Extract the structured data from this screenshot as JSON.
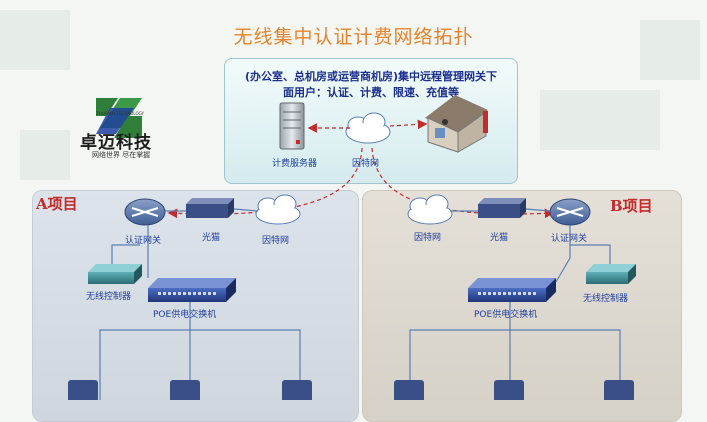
{
  "title": "无线集中认证计费网络拓扑",
  "center": {
    "text_line1": "(办公室、总机房或运营商机房)集中远程管理网关下",
    "text_line2": "面用户：认证、计费、限速、充值等",
    "billing_server": "计费服务器",
    "internet": "因特网"
  },
  "logo": {
    "name": "卓迈科技",
    "english": "ZHUOMAI TECHNOLOGY",
    "slogan": "网络世界 尽在掌握"
  },
  "project_a": {
    "label": "A项目",
    "gateway": "认证网关",
    "modem": "光猫",
    "internet": "因特网",
    "controller": "无线控制器",
    "poe_switch": "POE供电交换机"
  },
  "project_b": {
    "label": "B项目",
    "gateway": "认证网关",
    "modem": "光猫",
    "internet": "因特网",
    "controller": "无线控制器",
    "poe_switch": "POE供电交换机"
  },
  "colors": {
    "title": "#e6832a",
    "label_blue": "#1e3f9e",
    "project_label": "#c42b2b",
    "dashed_link": "#c42b2b"
  }
}
